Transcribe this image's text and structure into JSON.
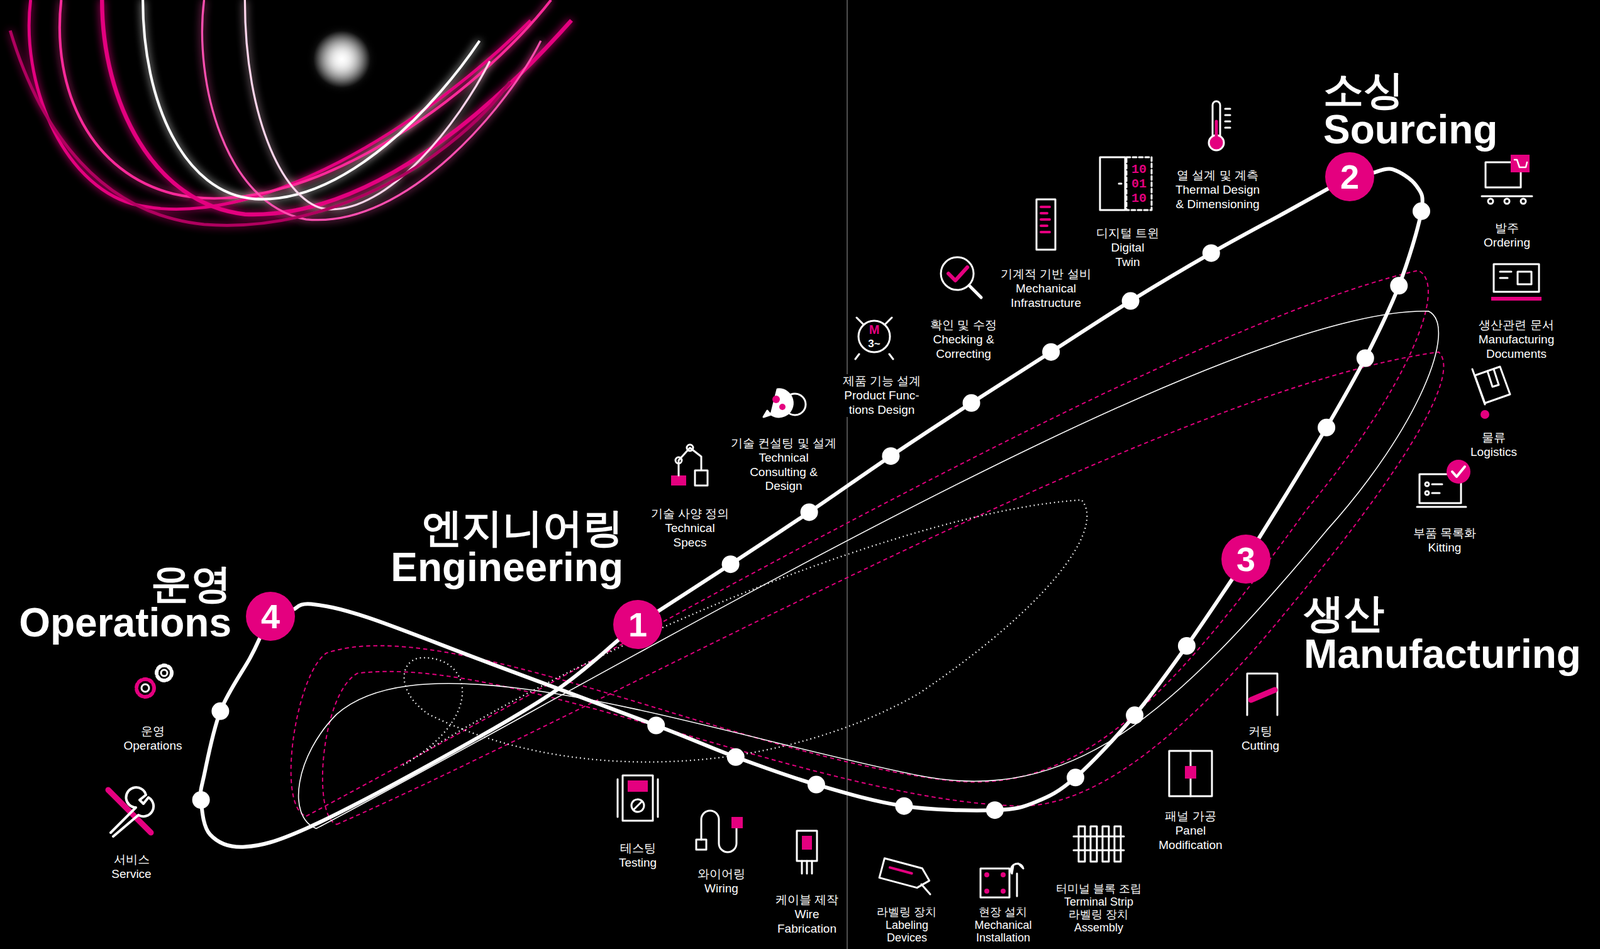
{
  "diagram": {
    "nodes": [
      {
        "text": [
          "1",
          "엔지니어링",
          "Engineering"
        ]
      },
      {
        "text": [
          "2",
          "소싱",
          "Sourcing"
        ]
      },
      {
        "text": [
          "3",
          "생산",
          "Manufacturing"
        ]
      },
      {
        "text": [
          "4",
          "운영",
          "Operations"
        ]
      }
    ],
    "edges": [
      {
        "from": 0,
        "to": 1,
        "arrow": "none"
      },
      {
        "from": 1,
        "to": 2,
        "arrow": "none"
      },
      {
        "from": 2,
        "to": 3,
        "arrow": "none"
      },
      {
        "from": 3,
        "to": 0,
        "arrow": "none"
      }
    ],
    "labels": [
      "기술 사양 정의",
      "Technical Specs",
      "기술 컨설팅 및 설계",
      "Technical Consulting & Design",
      "M",
      "3~",
      "제품 기능 설계",
      "Product Func- tions Design",
      "확인 및 수정",
      "Checking & Correcting",
      "기계적 기반 설비",
      "Mechanical Infrastructure",
      "10",
      "01",
      "10",
      "디지털 트윈",
      "Digital Twin",
      "열 설계 및 계측",
      "Thermal Design & Dimensioning",
      "발주",
      "Ordering",
      "생산관련 문서",
      "Manufacturing Documents",
      "물류",
      "Logistics",
      "부품 목록화",
      "Kitting",
      "커팅",
      "Cutting",
      "패널 가공",
      "Panel Modification",
      "터미널 블록 조립",
      "Terminal Strip",
      "라벨링 장치",
      "Assembly",
      "현장 설치",
      "Mechanical Installation",
      "라벨링 장치",
      "Labeling Devices",
      "케이블 제작",
      "Wire Fabrication",
      "와이어링",
      "Wiring",
      "테스팅",
      "Testing",
      "운영",
      "Operations",
      "서비스",
      "Service"
    ]
  }
}
